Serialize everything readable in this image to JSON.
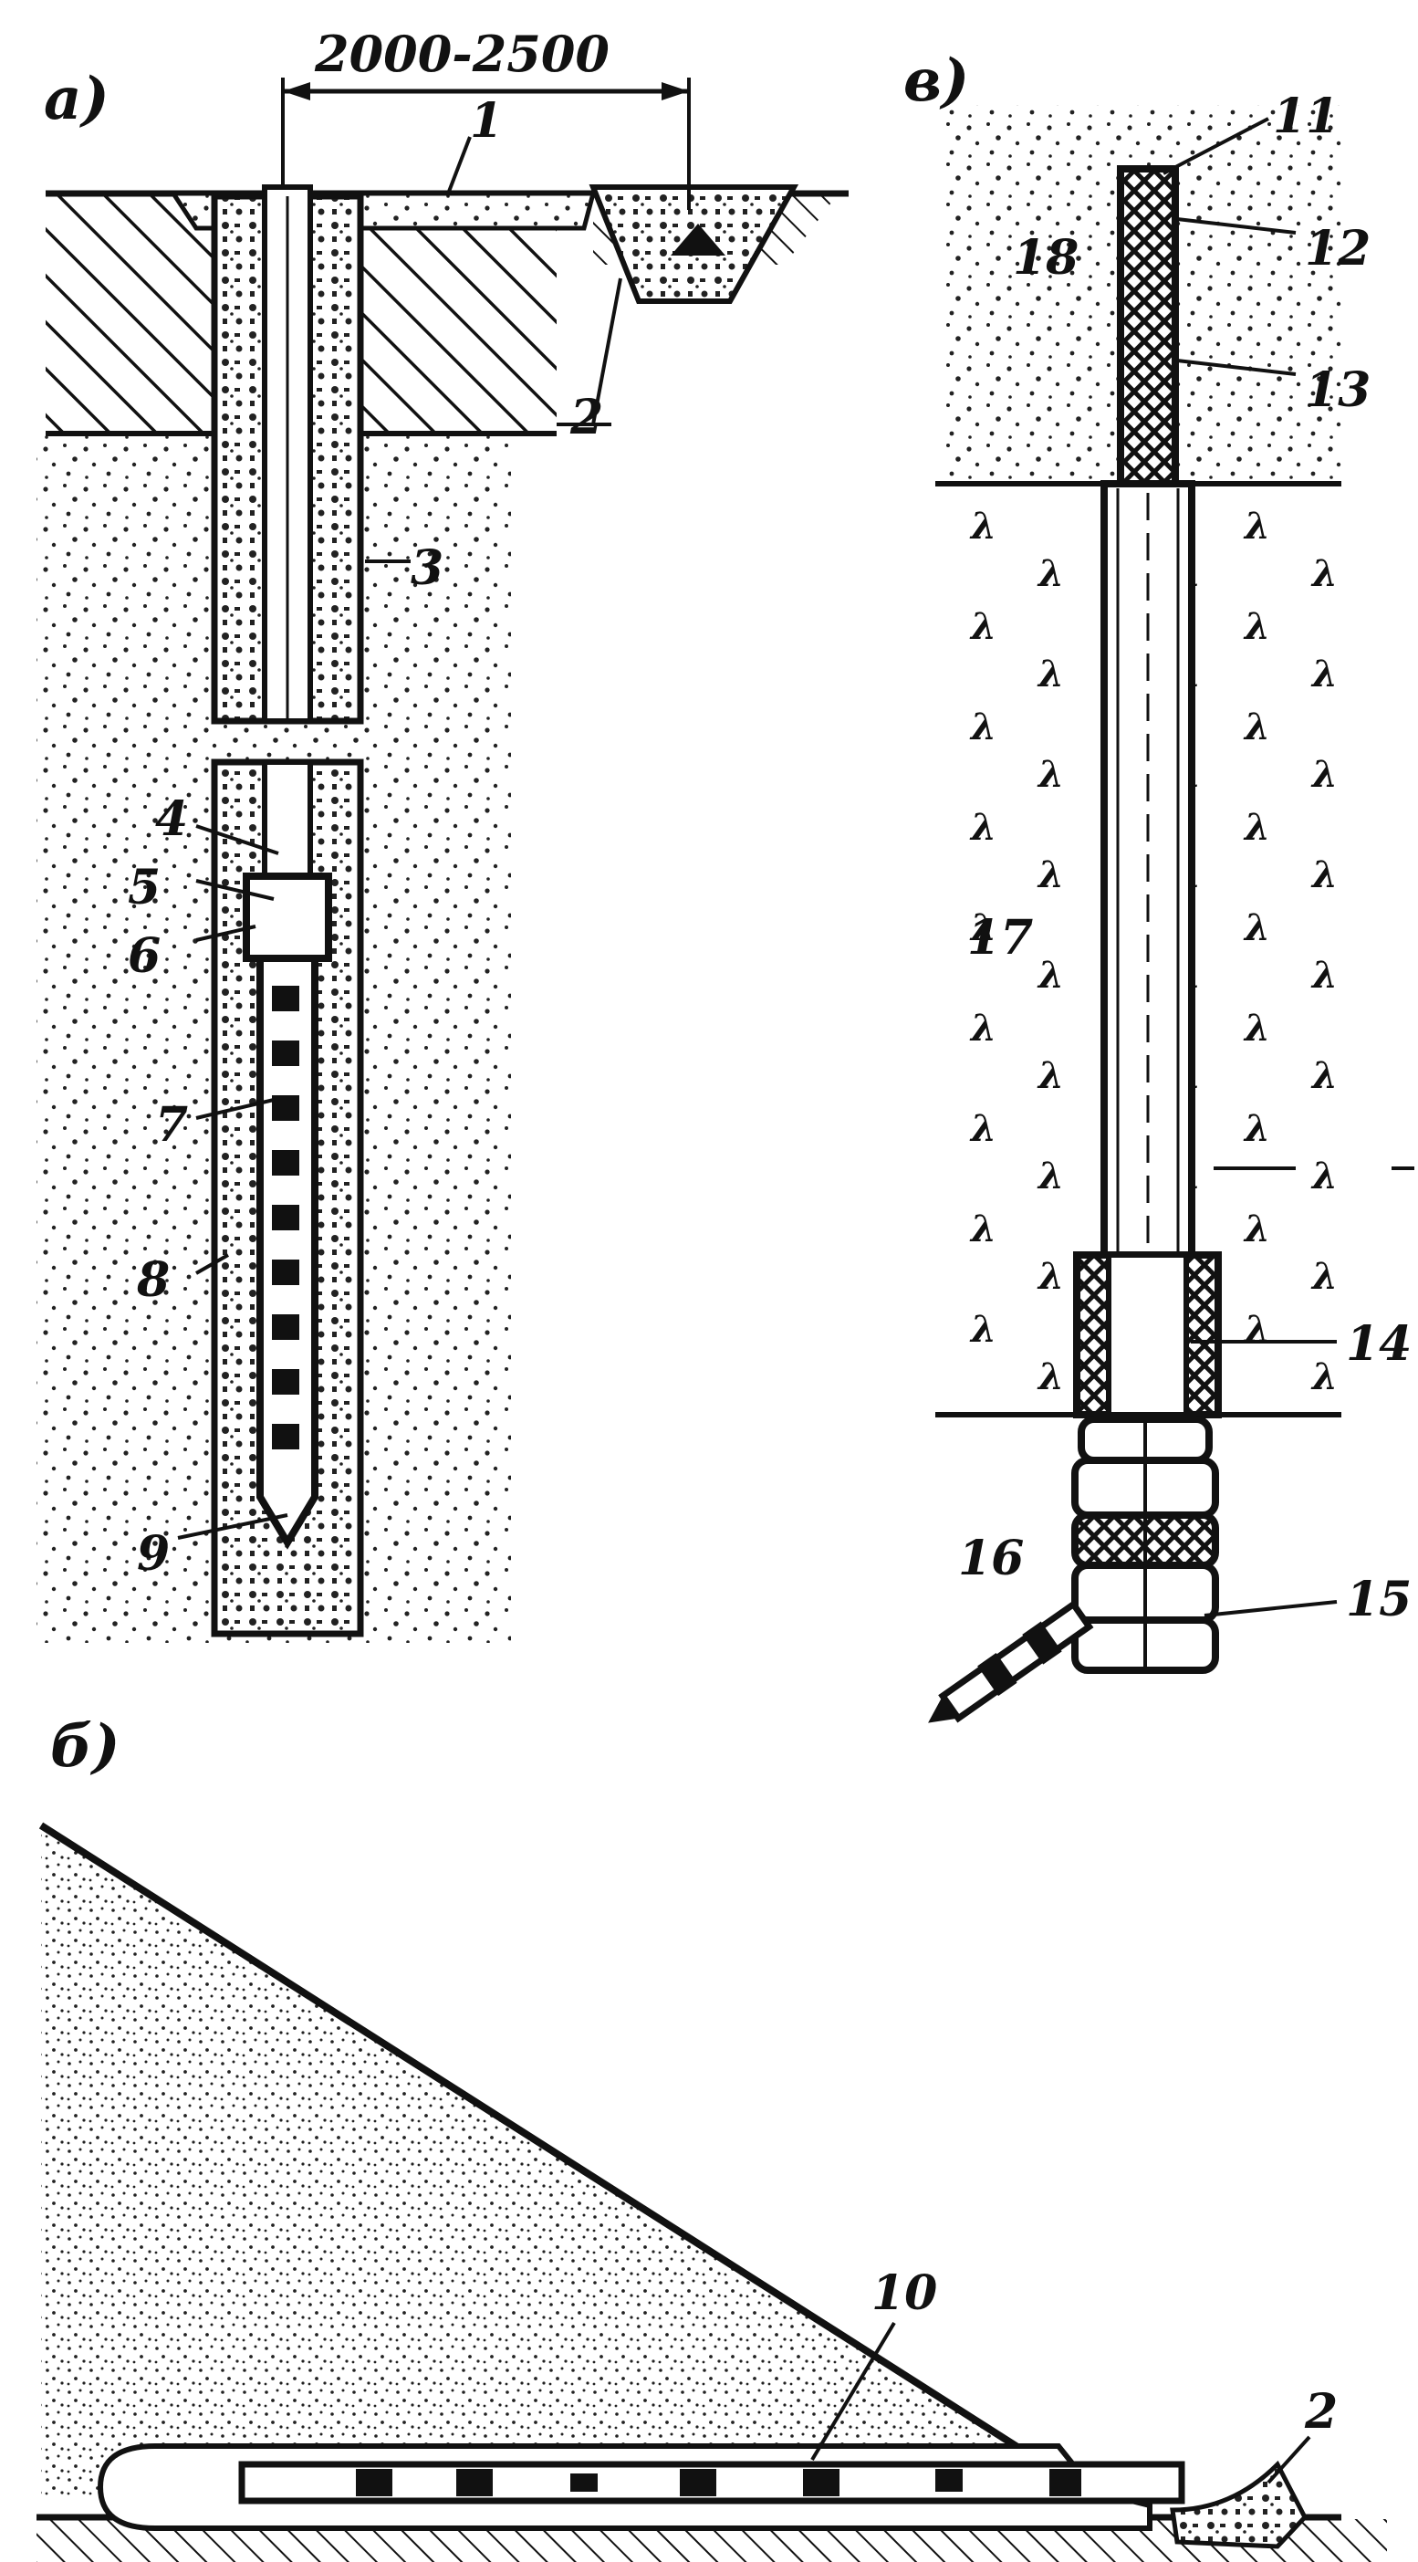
{
  "panels": {
    "a": "а)",
    "b": "б)",
    "v": "в)"
  },
  "dimension": "2000-2500",
  "parts": {
    "p1": "1",
    "p2": "2",
    "p3": "3",
    "p4": "4",
    "p5": "5",
    "p6": "6",
    "p7": "7",
    "p8": "8",
    "p9": "9",
    "p10": "10",
    "p2b": "2",
    "p11": "11",
    "p12": "12",
    "p13": "13",
    "p14": "14",
    "p15": "15",
    "p16": "16",
    "p17": "17",
    "p18": "18"
  }
}
